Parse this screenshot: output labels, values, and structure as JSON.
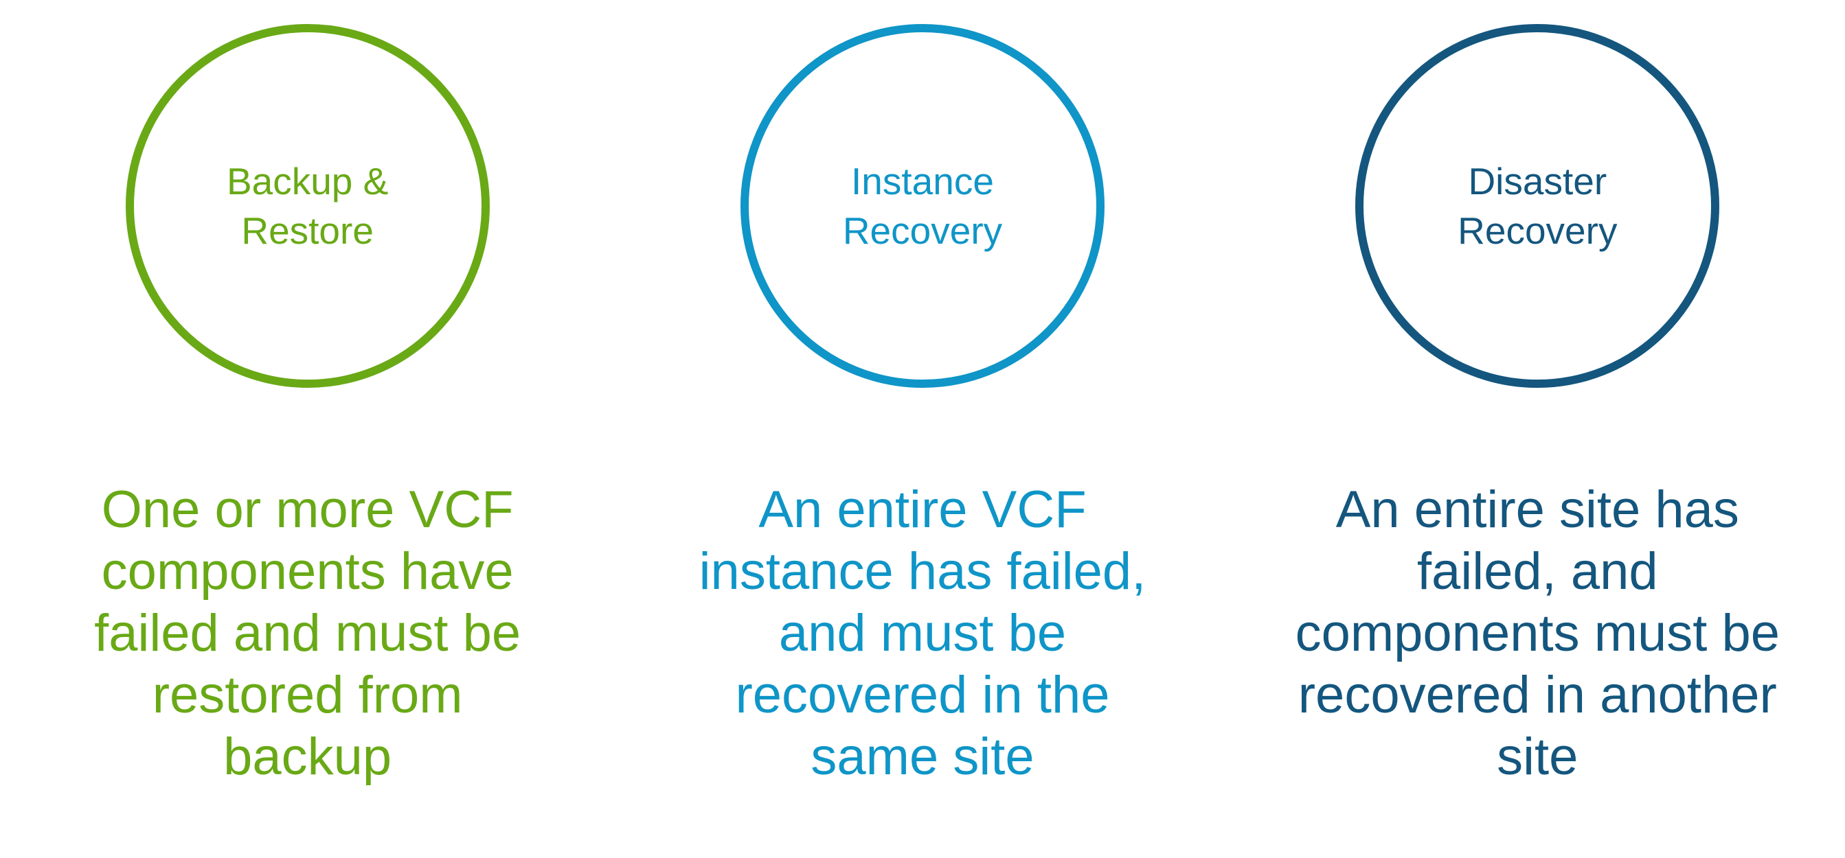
{
  "panels": [
    {
      "id": "backup-restore",
      "label": "Backup &\nRestore",
      "description": "One or more VCF\ncomponents have\nfailed and must be\nrestored from\nbackup",
      "color": "#69a916"
    },
    {
      "id": "instance-recovery",
      "label": "Instance\nRecovery",
      "description": "An entire VCF\ninstance has failed,\nand must be\nrecovered in the\nsame site",
      "color": "#0f95c7"
    },
    {
      "id": "disaster-recovery",
      "label": "Disaster\nRecovery",
      "description": "An entire site has\nfailed, and\ncomponents must be\nrecovered in another\nsite",
      "color": "#14567e"
    }
  ]
}
